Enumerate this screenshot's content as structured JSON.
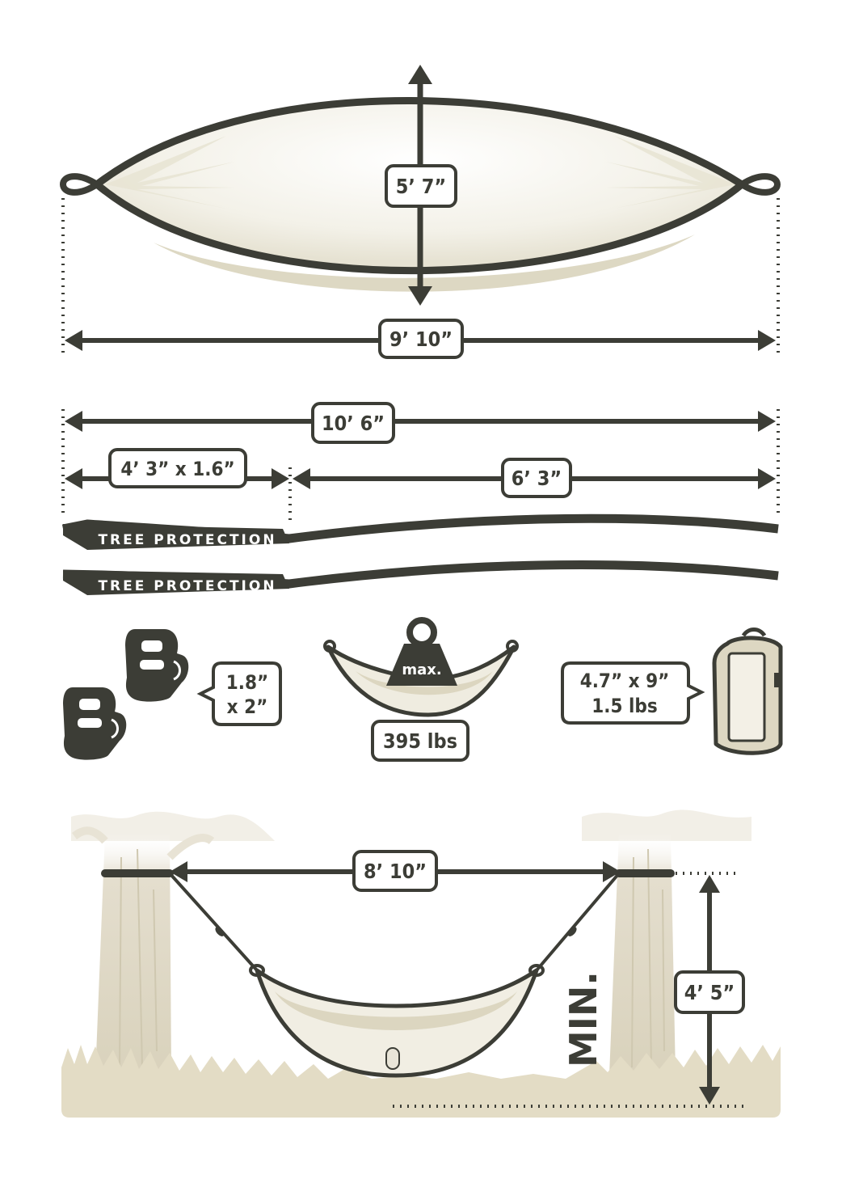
{
  "colors": {
    "ink": "#3c3d36",
    "fabric_light": "#f4f2ea",
    "fabric_shade": "#ded9c4",
    "tree": "#ddd6c1",
    "grass": "#e3dcc5",
    "dotted": "#9c9c98"
  },
  "hammock_top": {
    "width_label": "5’ 7”",
    "length_label": "9’ 10”"
  },
  "straps": {
    "total_label": "10’ 6”",
    "protection_length_label": "4’ 3” x 1.6”",
    "rope_length_label": "6’ 3”",
    "strap_text_1": "TREE PROTECTION",
    "strap_text_2": "TREE PROTECTION"
  },
  "accessories": {
    "clip_line1": "1.8”",
    "clip_line2": "x 2”",
    "weight_tag": "max.",
    "capacity_label": "395 lbs",
    "bag_line1": "4.7” x 9”",
    "bag_line2": "1.5 lbs"
  },
  "setup": {
    "span_label": "8’ 10”",
    "height_label": "4’ 5”",
    "min_label": "MIN."
  },
  "icons": [
    "carabiner-icon",
    "weight-icon",
    "stuff-sack-icon",
    "tree-icon",
    "hammock-icon"
  ]
}
